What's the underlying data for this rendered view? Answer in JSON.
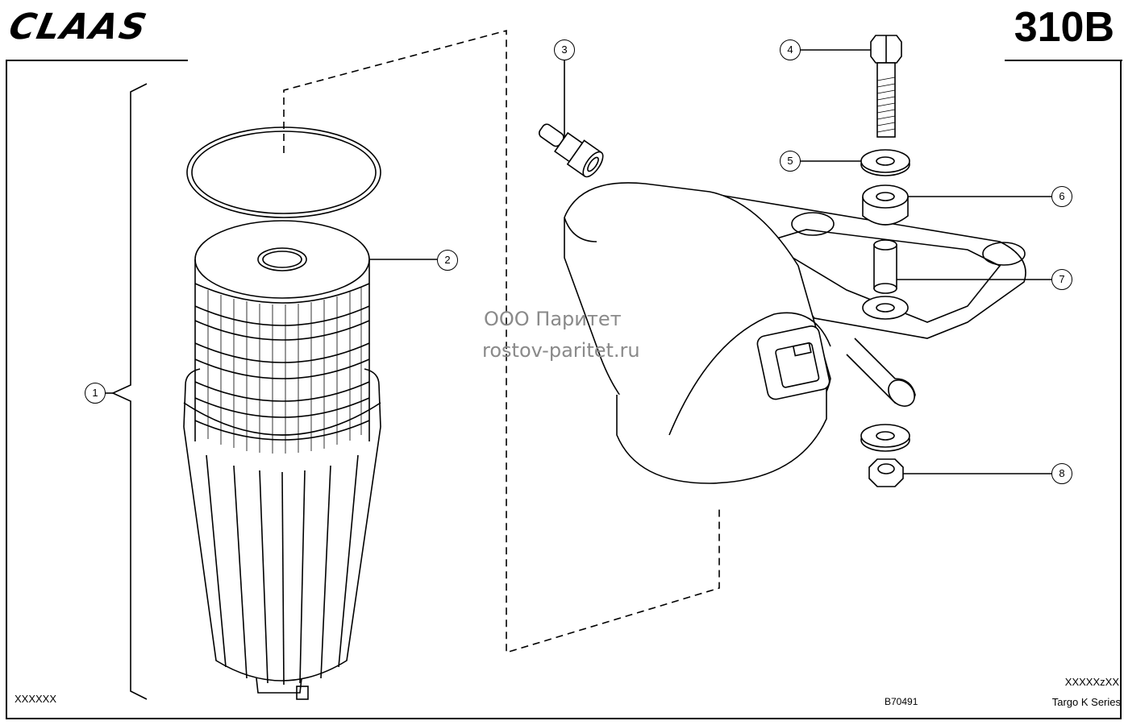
{
  "header": {
    "brand_logo": "CLAAS",
    "model_number": "310B"
  },
  "callouts": [
    {
      "number": "1"
    },
    {
      "number": "2"
    },
    {
      "number": "3"
    },
    {
      "number": "4"
    },
    {
      "number": "5"
    },
    {
      "number": "6"
    },
    {
      "number": "7"
    },
    {
      "number": "8"
    }
  ],
  "watermark": {
    "line1": "ООО Паритет",
    "line2": "rostov-paritet.ru"
  },
  "footer": {
    "left_code": "XXXXXX",
    "drawing_number": "B70491",
    "right_code": "XXXXXzXX",
    "series_name": "Targo K Series"
  }
}
